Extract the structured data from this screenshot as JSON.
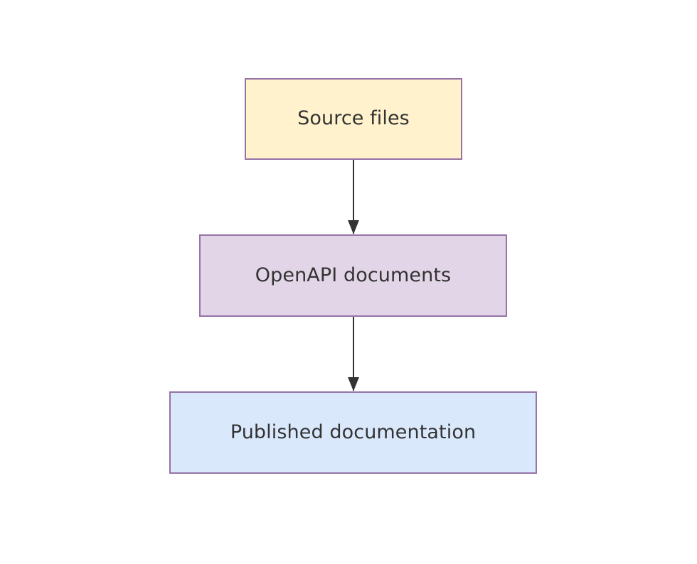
{
  "diagram": {
    "type": "flowchart",
    "direction": "top-to-bottom",
    "background_color": "#ffffff",
    "nodes": [
      {
        "id": "source-files",
        "label": "Source files",
        "fill_color": "#fff2cc",
        "border_color": "#9673a6",
        "text_color": "#333333"
      },
      {
        "id": "openapi-documents",
        "label": "OpenAPI documents",
        "fill_color": "#e1d5e7",
        "border_color": "#9673a6",
        "text_color": "#333333"
      },
      {
        "id": "published-documentation",
        "label": "Published documentation",
        "fill_color": "#dae8fc",
        "border_color": "#9673a6",
        "text_color": "#333333"
      }
    ],
    "edges": [
      {
        "id": "edge-source-to-openapi",
        "from": "source-files",
        "to": "openapi-documents",
        "label": "",
        "color": "#333333",
        "arrowhead": "solid-triangle"
      },
      {
        "id": "edge-openapi-to-published",
        "from": "openapi-documents",
        "to": "published-documentation",
        "label": "",
        "color": "#333333",
        "arrowhead": "solid-triangle"
      }
    ]
  }
}
